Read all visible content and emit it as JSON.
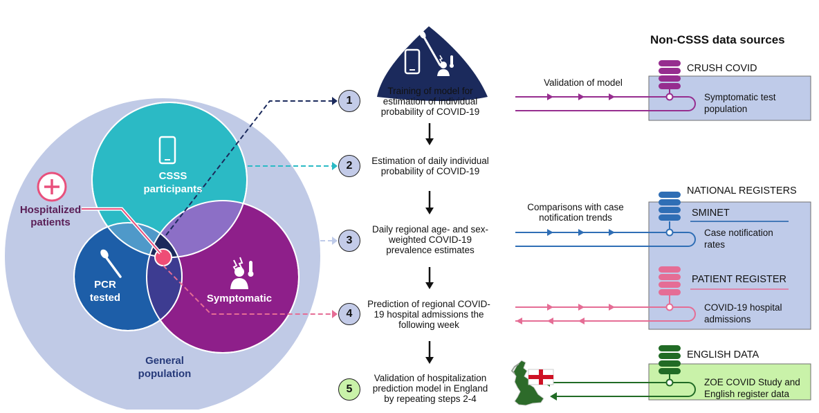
{
  "header": "Non-CSSS data sources",
  "venn": {
    "csss": "CSSS participants",
    "pcr": "PCR tested",
    "symptomatic": "Symptomatic",
    "general": "General population",
    "hospitalized": "Hospitalized patients"
  },
  "steps": [
    {
      "num": "1",
      "text": "Training of model for estimation of individual probability of COVID-19"
    },
    {
      "num": "2",
      "text": "Estimation of daily individual probability of COVID-19"
    },
    {
      "num": "3",
      "text": "Daily regional age- and sex-weighted COVID-19 prevalence estimates"
    },
    {
      "num": "4",
      "text": "Prediction of regional COVID-19 hospital admissions the following week"
    },
    {
      "num": "5",
      "text": "Validation of hospitalization prediction model in England by repeating steps 2-4"
    }
  ],
  "link_labels": {
    "validation": "Validation of model",
    "comparisons": "Comparisons with case notification trends"
  },
  "sources": {
    "crush_title": "CRUSH COVID",
    "crush_desc": "Symptomatic test population",
    "national_title": "NATIONAL REGISTERS",
    "sminet_title": "SMINET",
    "sminet_desc": "Case notification rates",
    "patient_title": "PATIENT REGISTER",
    "patient_desc": "COVID-19 hospital admissions",
    "english_title": "ENGLISH DATA",
    "english_desc": "ZOE COVID Study and English register data"
  },
  "colors": {
    "general": "#c0cae6",
    "csss": "#2bbac5",
    "pcr": "#1d5ea8",
    "symptomatic": "#8e1f8a",
    "navy": "#1b2a5c",
    "crush": "#962d8f",
    "sminet": "#2f6eb5",
    "patient": "#e56d95",
    "english": "#216b25",
    "box_blue": "#bfcbe9",
    "box_green": "#c9f2a9"
  }
}
